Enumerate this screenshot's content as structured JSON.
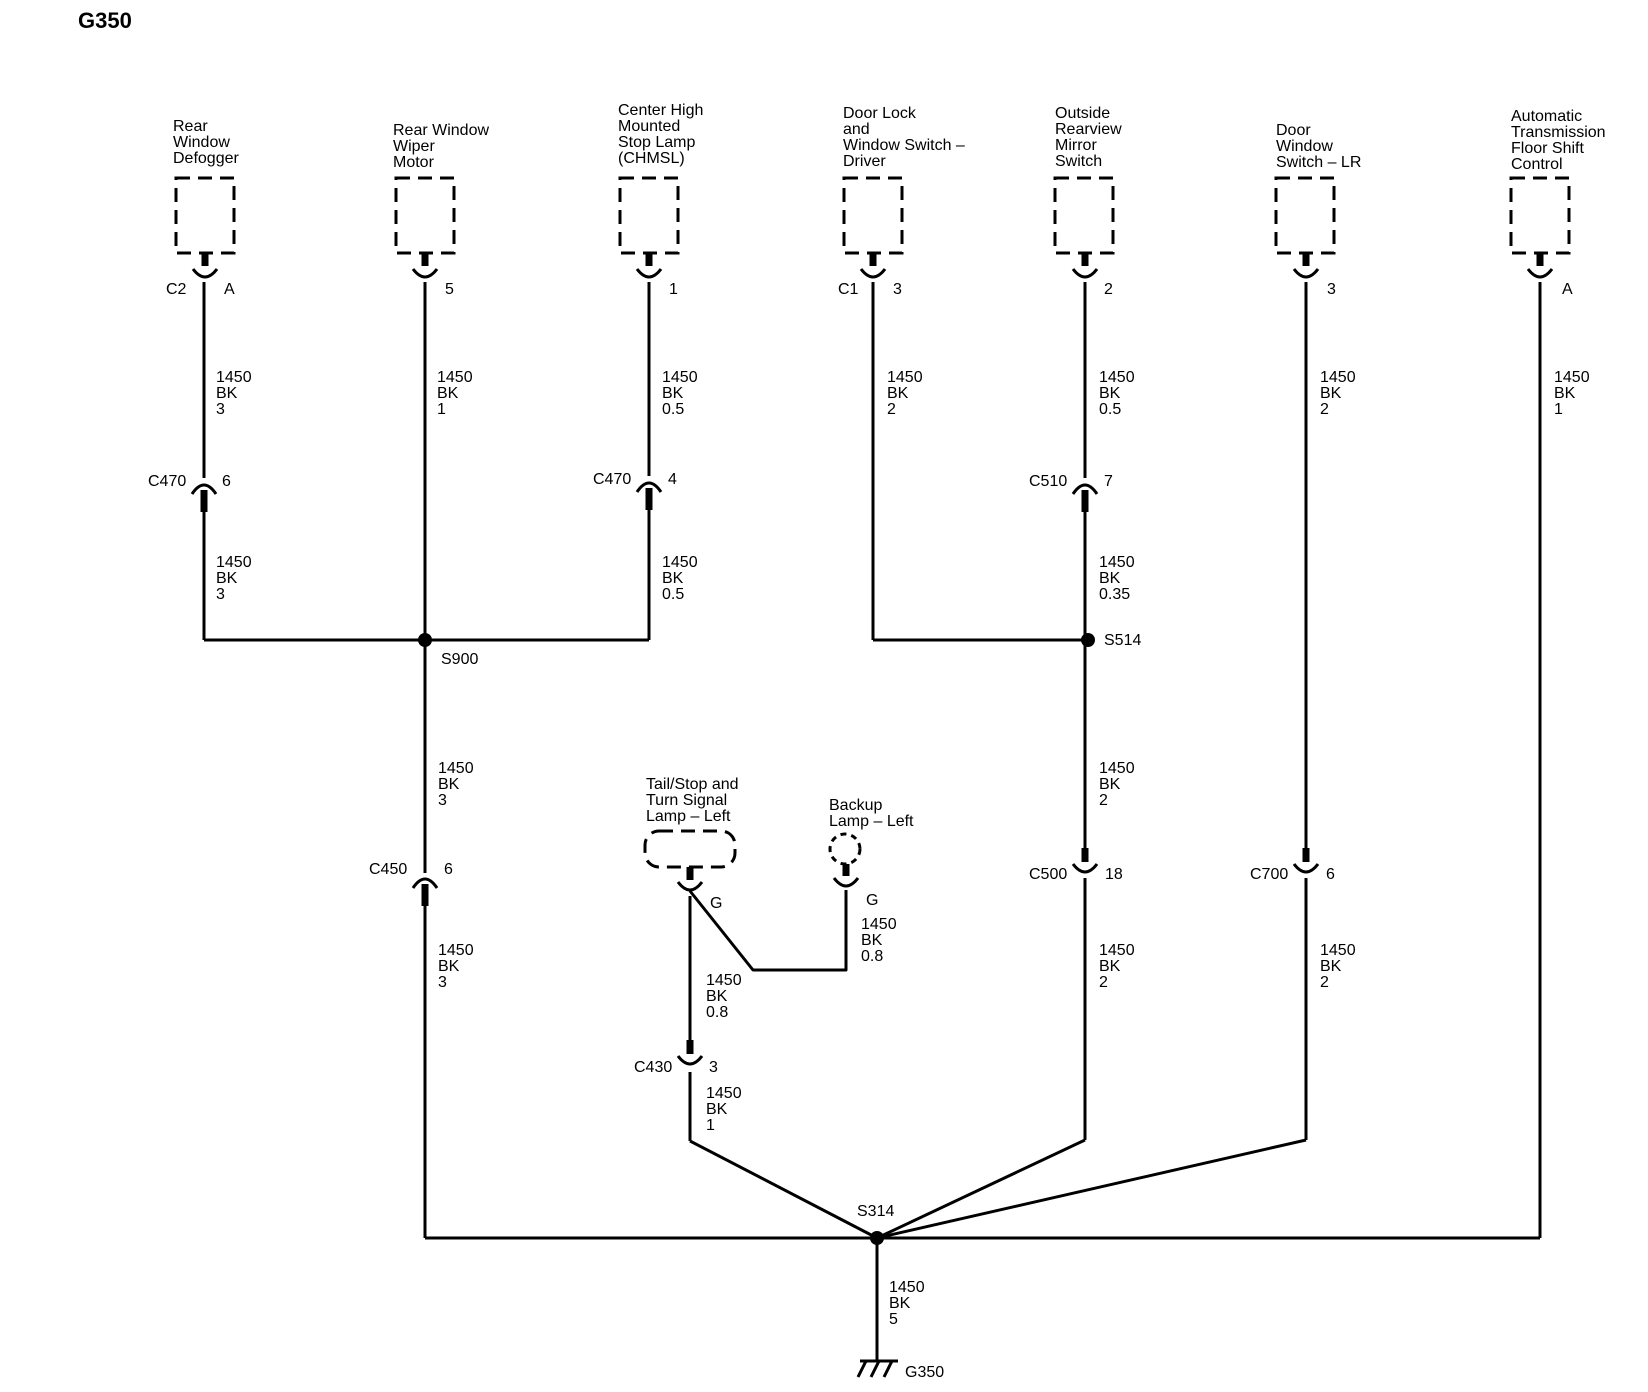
{
  "title": "G350",
  "components": [
    {
      "id": "rwd",
      "lines": [
        "Rear",
        "Window",
        "Defogger"
      ]
    },
    {
      "id": "rwm",
      "lines": [
        "Rear Window",
        "Wiper",
        "Motor"
      ]
    },
    {
      "id": "chmsl",
      "lines": [
        "Center High",
        "Mounted",
        "Stop Lamp",
        "(CHMSL)"
      ]
    },
    {
      "id": "dlws",
      "lines": [
        "Door Lock",
        "and",
        "Window Switch –",
        "Driver"
      ]
    },
    {
      "id": "orms",
      "lines": [
        "Outside",
        "Rearview",
        "Mirror",
        "Switch"
      ]
    },
    {
      "id": "dws",
      "lines": [
        "Door",
        "Window",
        "Switch – LR"
      ]
    },
    {
      "id": "atfs",
      "lines": [
        "Automatic",
        "Transmission",
        "Floor Shift",
        "Control"
      ]
    },
    {
      "id": "tsl",
      "lines": [
        "Tail/Stop and",
        "Turn Signal",
        "Lamp – Left"
      ]
    },
    {
      "id": "bul",
      "lines": [
        "Backup",
        "Lamp – Left"
      ]
    }
  ],
  "connectors": [
    {
      "id": "rwd-top",
      "name": "C2",
      "pin": "A"
    },
    {
      "id": "rwm-top",
      "name": "",
      "pin": "5"
    },
    {
      "id": "chmsl-top",
      "name": "",
      "pin": "1"
    },
    {
      "id": "dlws-top",
      "name": "C1",
      "pin": "3"
    },
    {
      "id": "orms-top",
      "name": "",
      "pin": "2"
    },
    {
      "id": "dws-top",
      "name": "",
      "pin": "3"
    },
    {
      "id": "atfs-top",
      "name": "",
      "pin": "A"
    },
    {
      "id": "c470a",
      "name": "C470",
      "pin": "6"
    },
    {
      "id": "c470b",
      "name": "C470",
      "pin": "4"
    },
    {
      "id": "c510",
      "name": "C510",
      "pin": "7"
    },
    {
      "id": "c450",
      "name": "C450",
      "pin": "6"
    },
    {
      "id": "c500",
      "name": "C500",
      "pin": "18"
    },
    {
      "id": "c700",
      "name": "C700",
      "pin": "6"
    },
    {
      "id": "c430",
      "name": "C430",
      "pin": "3"
    },
    {
      "id": "tsl-pin",
      "name": "",
      "pin": "G"
    },
    {
      "id": "bul-pin",
      "name": "",
      "pin": "G"
    }
  ],
  "wires": [
    {
      "id": "w1",
      "circuit": "1450",
      "color": "BK",
      "gauge": "3"
    },
    {
      "id": "w2",
      "circuit": "1450",
      "color": "BK",
      "gauge": "1"
    },
    {
      "id": "w3",
      "circuit": "1450",
      "color": "BK",
      "gauge": "0.5"
    },
    {
      "id": "w4",
      "circuit": "1450",
      "color": "BK",
      "gauge": "2"
    },
    {
      "id": "w5",
      "circuit": "1450",
      "color": "BK",
      "gauge": "0.5"
    },
    {
      "id": "w6",
      "circuit": "1450",
      "color": "BK",
      "gauge": "2"
    },
    {
      "id": "w7",
      "circuit": "1450",
      "color": "BK",
      "gauge": "1"
    },
    {
      "id": "w8",
      "circuit": "1450",
      "color": "BK",
      "gauge": "3"
    },
    {
      "id": "w9",
      "circuit": "1450",
      "color": "BK",
      "gauge": "0.5"
    },
    {
      "id": "w10",
      "circuit": "1450",
      "color": "BK",
      "gauge": "0.35"
    },
    {
      "id": "w11",
      "circuit": "1450",
      "color": "BK",
      "gauge": "3"
    },
    {
      "id": "w12",
      "circuit": "1450",
      "color": "BK",
      "gauge": "3"
    },
    {
      "id": "w13",
      "circuit": "1450",
      "color": "BK",
      "gauge": "2"
    },
    {
      "id": "w14",
      "circuit": "1450",
      "color": "BK",
      "gauge": "2"
    },
    {
      "id": "w15",
      "circuit": "1450",
      "color": "BK",
      "gauge": "2"
    },
    {
      "id": "w16",
      "circuit": "1450",
      "color": "BK",
      "gauge": "0.8"
    },
    {
      "id": "w17",
      "circuit": "1450",
      "color": "BK",
      "gauge": "0.8"
    },
    {
      "id": "w18",
      "circuit": "1450",
      "color": "BK",
      "gauge": "1"
    },
    {
      "id": "w19",
      "circuit": "1450",
      "color": "BK",
      "gauge": "5"
    }
  ],
  "splices": [
    {
      "id": "s900",
      "label": "S900"
    },
    {
      "id": "s514",
      "label": "S514"
    },
    {
      "id": "s314",
      "label": "S314"
    }
  ],
  "ground": {
    "label": "G350"
  }
}
